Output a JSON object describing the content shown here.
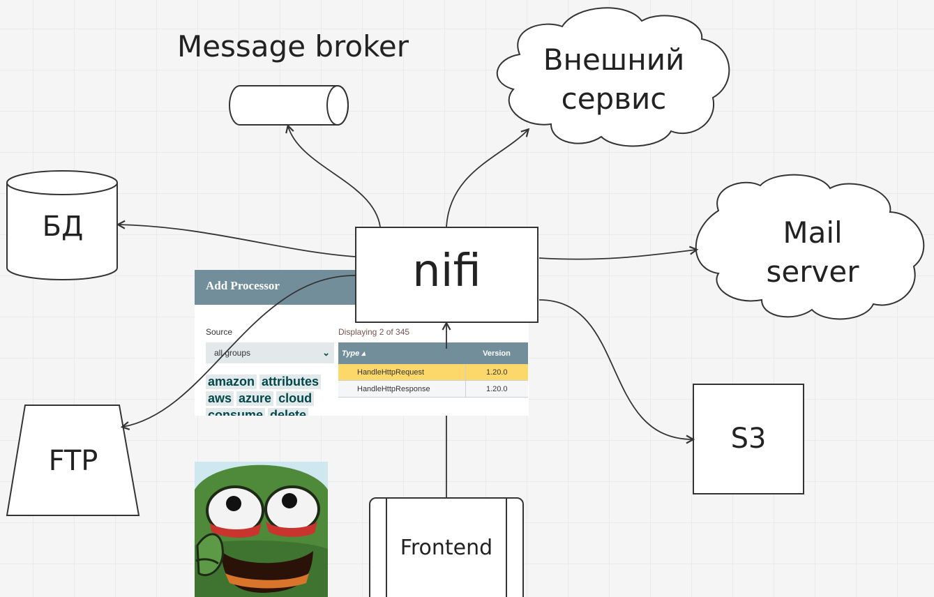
{
  "labels": {
    "message_broker": "Message broker",
    "external_service": "Внешний сервис",
    "db": "БД",
    "nifi": "nifi",
    "mail_server": "Mail server",
    "ftp": "FTP",
    "s3": "S3",
    "frontend": "Frontend"
  },
  "processor_dialog": {
    "title": "Add Processor",
    "source_label": "Source",
    "source_value": "all groups",
    "tags": [
      "amazon",
      "attributes",
      "aws",
      "azure",
      "cloud",
      "consume",
      "delete"
    ],
    "displaying": "Displaying 2 of 345",
    "columns": {
      "type": "Type ▴",
      "version": "Version"
    },
    "rows": [
      {
        "type": "HandleHttpRequest",
        "version": "1.20.0"
      },
      {
        "type": "HandleHttpResponse",
        "version": "1.20.0"
      }
    ]
  },
  "colors": {
    "board_bg": "#f5f5f5",
    "grid_line": "#e2e2e2",
    "stroke": "#333333",
    "nifi_header": "#728e9b",
    "selected_row": "#fcd86b",
    "pepe_skin": "#4f8a3b"
  }
}
